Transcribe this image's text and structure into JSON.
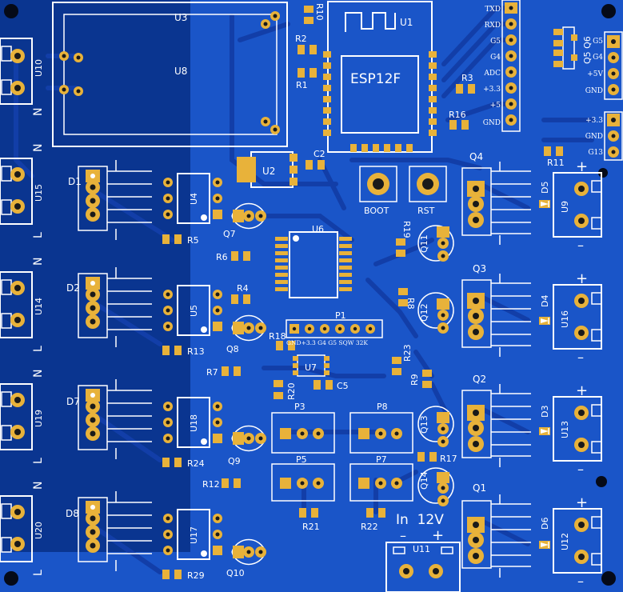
{
  "board": {
    "colors": {
      "substrate": "#0a3590",
      "copper_pour": "#1a55c8",
      "trace": "#123ea8",
      "pad": "#e8b23a",
      "pad_hole": "#1a1a1a",
      "silkscreen": "#ffffff",
      "mounting_hole": "#050a18"
    }
  },
  "labels": {
    "U3": "U3",
    "U8": "U8",
    "U10": "U10",
    "U15": "U15",
    "U14": "U14",
    "U19": "U19",
    "U20": "U20",
    "U1": "U1",
    "ESP": "ESP12F",
    "U2": "U2",
    "U4": "U4",
    "U5": "U5",
    "U18": "U18",
    "U17": "U17",
    "U6": "U6",
    "U7": "U7",
    "U9": "U9",
    "U16": "U16",
    "U13": "U13",
    "U12": "U12",
    "U11": "U11",
    "D1": "D1",
    "D2": "D2",
    "D7": "D7",
    "D8": "D8",
    "D3": "D3",
    "D4": "D4",
    "D5": "D5",
    "D6": "D6",
    "Q1": "Q1",
    "Q2": "Q2",
    "Q3": "Q3",
    "Q4": "Q4",
    "Q5Q6": "Q5 Q6",
    "Q7": "Q7",
    "Q8": "Q8",
    "Q9": "Q9",
    "Q10": "Q10",
    "Q11": "Q11",
    "Q12": "Q12",
    "Q13": "Q13",
    "Q14": "Q14",
    "R1": "R1",
    "R2": "R2",
    "R3": "R3",
    "R4": "R4",
    "R5": "R5",
    "R6": "R6",
    "R7": "R7",
    "R8": "R8",
    "R9": "R9",
    "R10": "R10",
    "R11": "R11",
    "R12": "R12",
    "R13": "R13",
    "R16": "R16",
    "R17": "R17",
    "R18": "R18",
    "R19": "R19",
    "R20": "R20",
    "R21": "R21",
    "R22": "R22",
    "R23": "R23",
    "R24": "R24",
    "R29": "R29",
    "C2": "C2",
    "C5": "C5",
    "P1": "P1",
    "P3": "P3",
    "P5": "P5",
    "P7": "P7",
    "P8": "P8",
    "BOOT": "BOOT",
    "RST": "RST",
    "IN12V": "In  12V",
    "minus": "–",
    "plus": "+",
    "N": "N",
    "L": "L",
    "hdr_TXD": "TXD",
    "hdr_RXD": "RXD",
    "hdr_G5": "G5",
    "hdr_G4": "G4",
    "hdr_ADC": "ADC",
    "hdr_33": "+3.3",
    "hdr_5": "+5",
    "hdr_GND": "GND",
    "q56_G5": "G5",
    "q56_G4": "G4",
    "q56_5V": "+5V",
    "q56_GND": "GND",
    "g13_33": "+3.3",
    "g13_GND": "GND",
    "g13_G13": "G13",
    "p1_pins": "GND+3.3   G4    G5   SQW  32K"
  }
}
